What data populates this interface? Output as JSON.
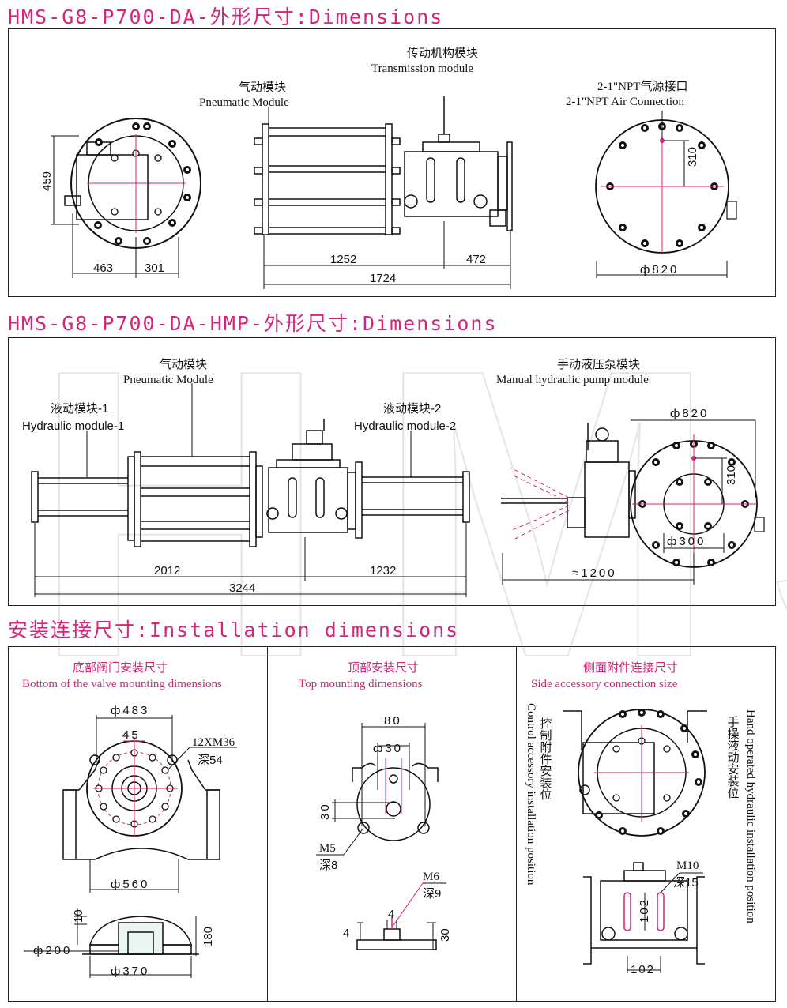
{
  "sections": {
    "s1_title": "HMS-G8-P700-DA-外形尺寸:Dimensions",
    "s2_title": "HMS-G8-P700-DA-HMP-外形尺寸:Dimensions",
    "s3_title": "安装连接尺寸:Installation dimensions"
  },
  "panel1": {
    "pneumatic_cn": "气动模块",
    "pneumatic_en": "Pneumatic Module",
    "transmission_cn": "传动机构模块",
    "transmission_en": "Transmission module",
    "air_cn": "2-1\"NPT气源接口",
    "air_en": "2-1\"NPT Air Connection",
    "d459": "459",
    "d463": "463",
    "d301": "301",
    "d1252": "1252",
    "d472": "472",
    "d1724": "1724",
    "d310": "310",
    "d820": "ф820"
  },
  "panel2": {
    "pneumatic_cn": "气动模块",
    "pneumatic_en": "Pneumatic Module",
    "hyd1_cn": "液动模块-1",
    "hyd1_en": "Hydraulic module-1",
    "hyd2_cn": "液动模块-2",
    "hyd2_en": "Hydraulic module-2",
    "pump_cn": "手动液压泵模块",
    "pump_en": "Manual hydraulic pump module",
    "d2012": "2012",
    "d1232": "1232",
    "d3244": "3244",
    "d820": "ф820",
    "d310": "310",
    "d300": "ф300",
    "d1200": "≈1200"
  },
  "panel3": {
    "bottom_cn": "底部阀门安装尺寸",
    "bottom_en": "Bottom of the valve mounting dimensions",
    "d483": "ф483",
    "d45": "45",
    "bolt": "12XM36",
    "depth54": "深54",
    "d560": "ф560",
    "d10": "10",
    "d180": "180",
    "d200": "ф200",
    "d370": "ф370"
  },
  "panel4": {
    "top_cn": "顶部安装尺寸",
    "top_en": "Top mounting dimensions",
    "d80": "80",
    "d30dia": "ф30",
    "d30": "30",
    "m5": "M5",
    "depth8": "深8",
    "m6": "M6",
    "depth9": "深9",
    "d4a": "4",
    "d4b": "4",
    "d30b": "30"
  },
  "panel5": {
    "side_cn": "侧面附件连接尺寸",
    "side_en": "Side accessory connection size",
    "control_cn": "控制附件安装位",
    "control_en": "Control accessory installation position",
    "hand_cn": "手操液动安装位",
    "hand_en": "Hand operated hydraulic installation position",
    "m10": "M10",
    "depth15": "深15",
    "d102v": "102",
    "d102h": "102"
  },
  "watermark": "HMS"
}
